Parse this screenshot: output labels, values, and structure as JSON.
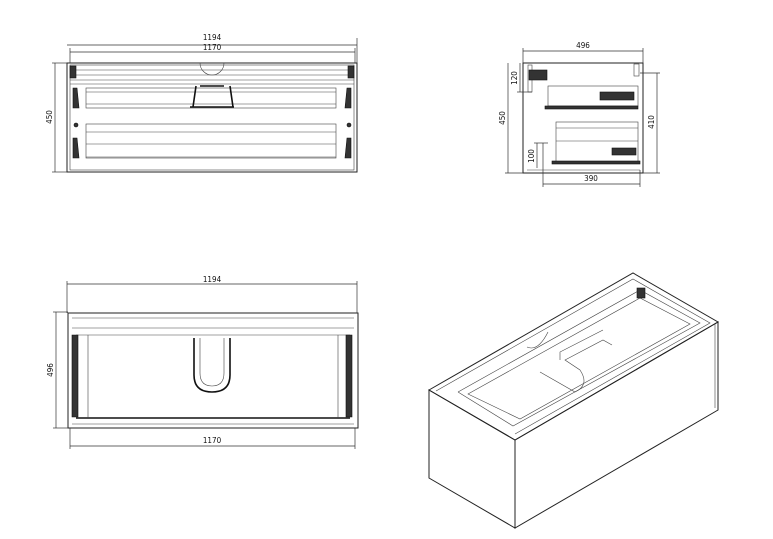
{
  "front_view": {
    "width_overall": "1194",
    "width_inner": "1170",
    "height": "450"
  },
  "side_view": {
    "depth": "496",
    "top_offset": "120",
    "height": "450",
    "inner_height": "410",
    "bottom_offset": "100",
    "drawer_depth": "390"
  },
  "top_view": {
    "width_overall": "1194",
    "depth": "496",
    "width_inner": "1170"
  }
}
